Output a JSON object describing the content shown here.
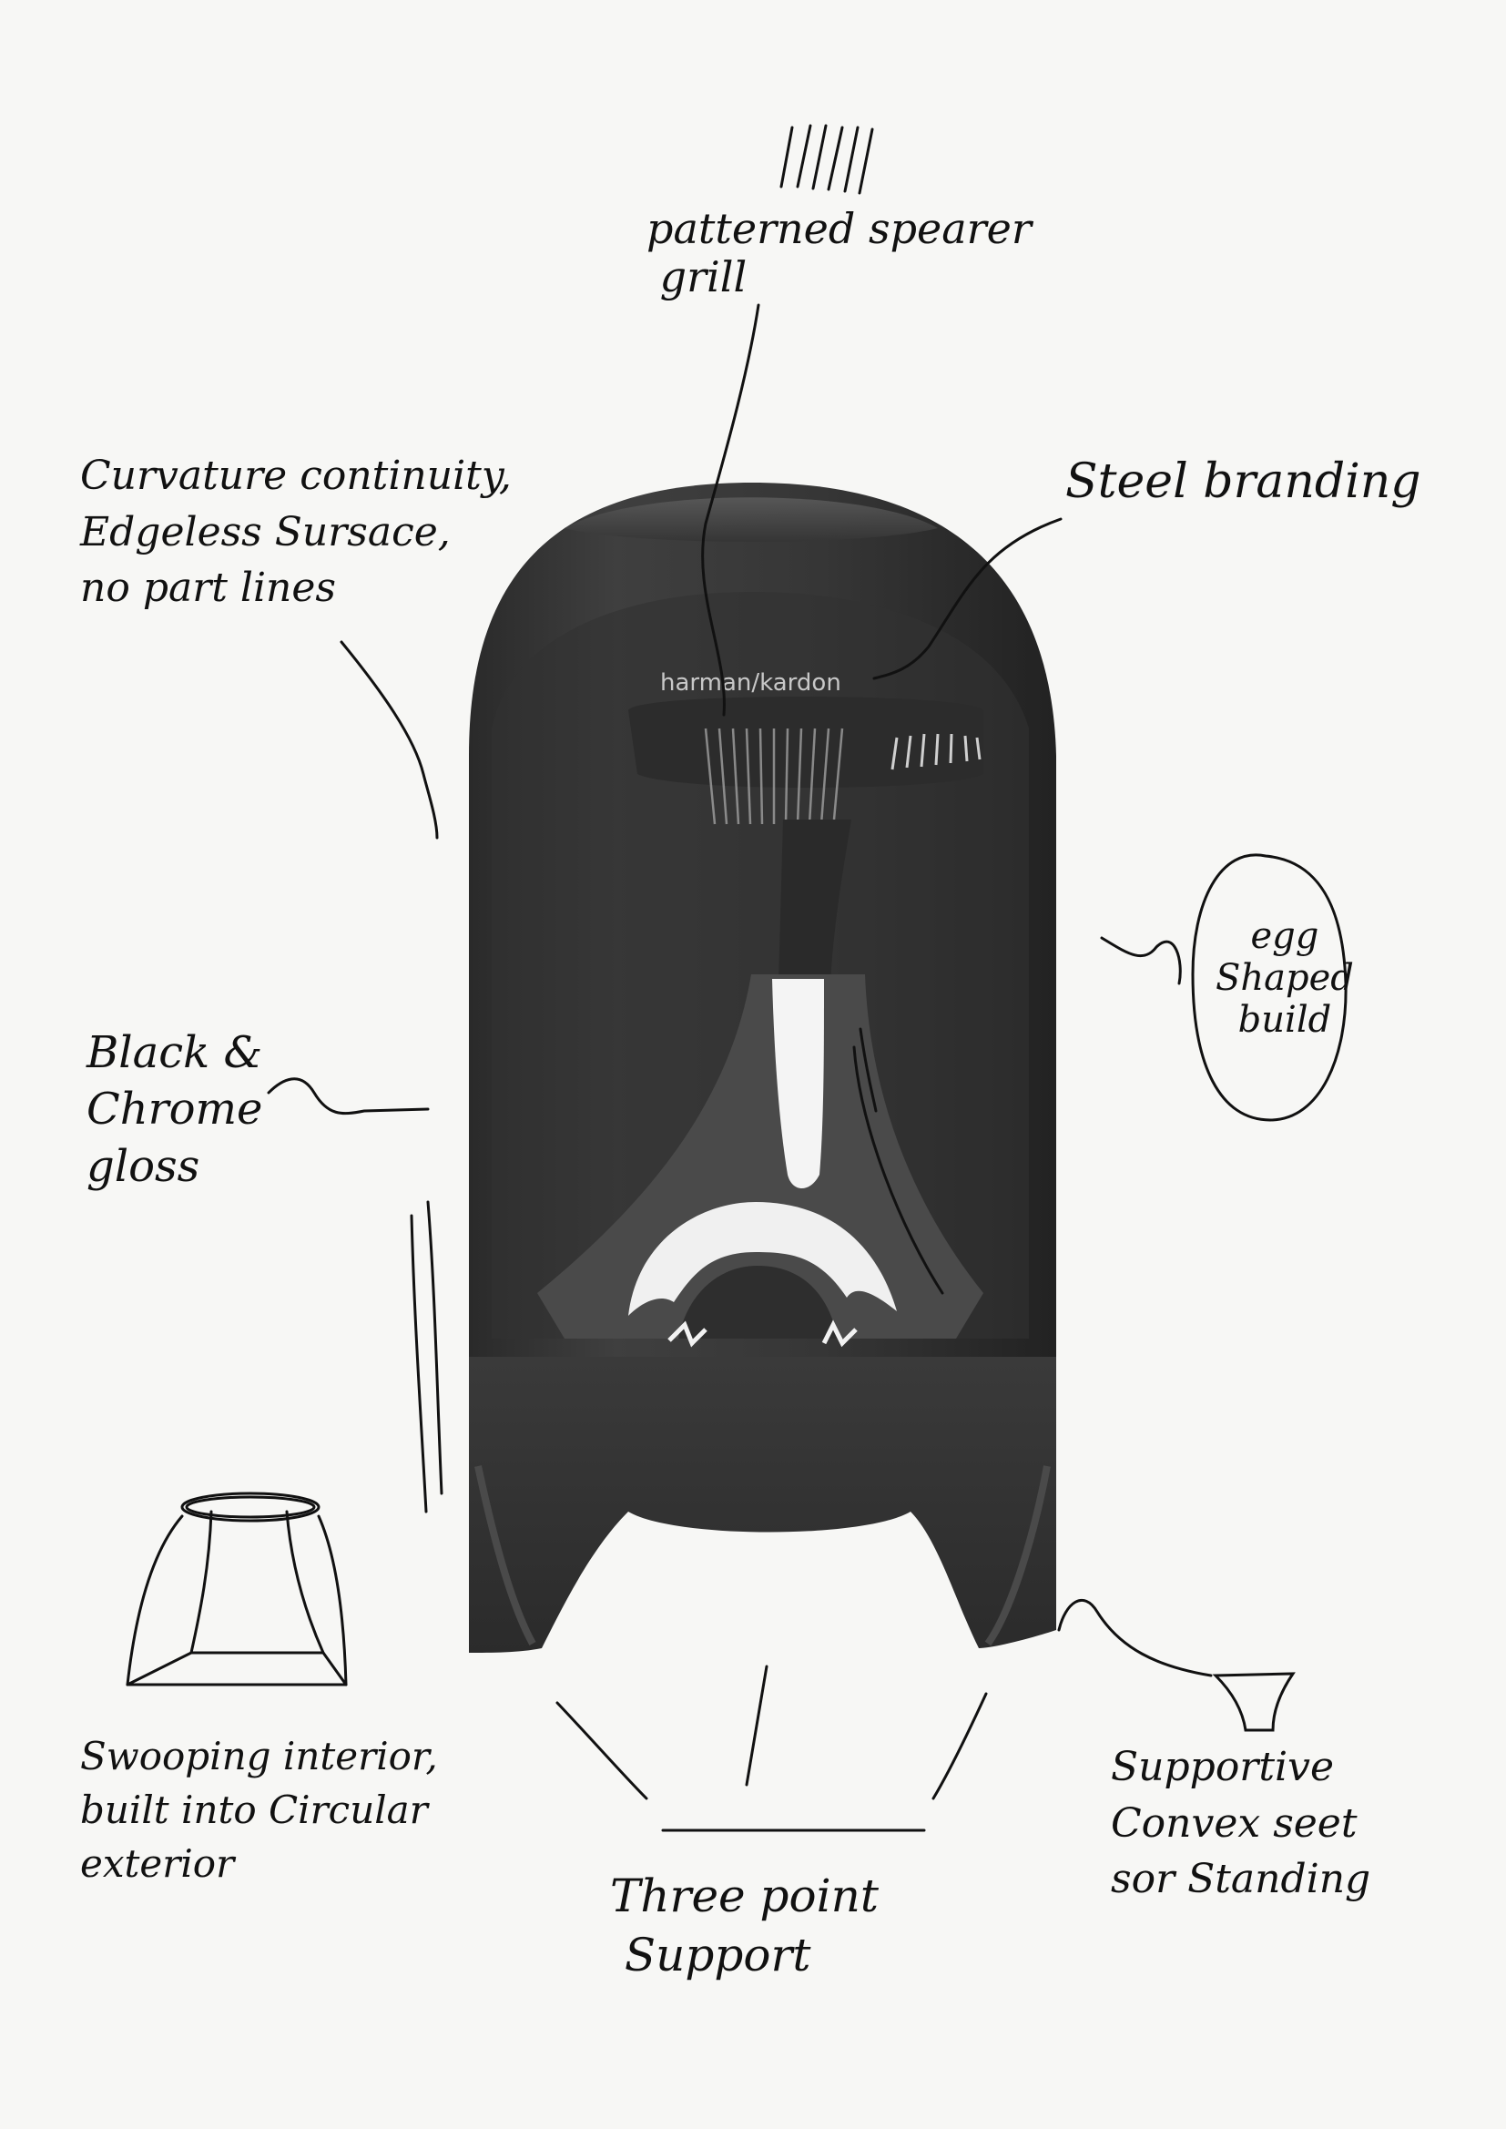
{
  "annotations": {
    "speaker_grill": "patterned spearer\n grill",
    "curvature": "Curvature continuity,\nEdgeless Sursace,\nno part lines",
    "steel_branding": "Steel branding",
    "egg_shaped": "egg\nShaped\nbuild",
    "black_chrome": "Black &\nChrome\ngloss",
    "swooping_interior": "Swooping interior,\nbuilt into Circular\nexterior",
    "three_point": "Three point\n Support",
    "supportive_feet": "Supportive\nConvex seet\nsor Standing"
  },
  "product": {
    "brand_text": "harman/kardon"
  },
  "colors": {
    "ink": "#111111",
    "paper": "#f7f7f5",
    "shell": "#3a3a3a",
    "shell_dark": "#232323",
    "chrome": "#f2f2f2"
  }
}
